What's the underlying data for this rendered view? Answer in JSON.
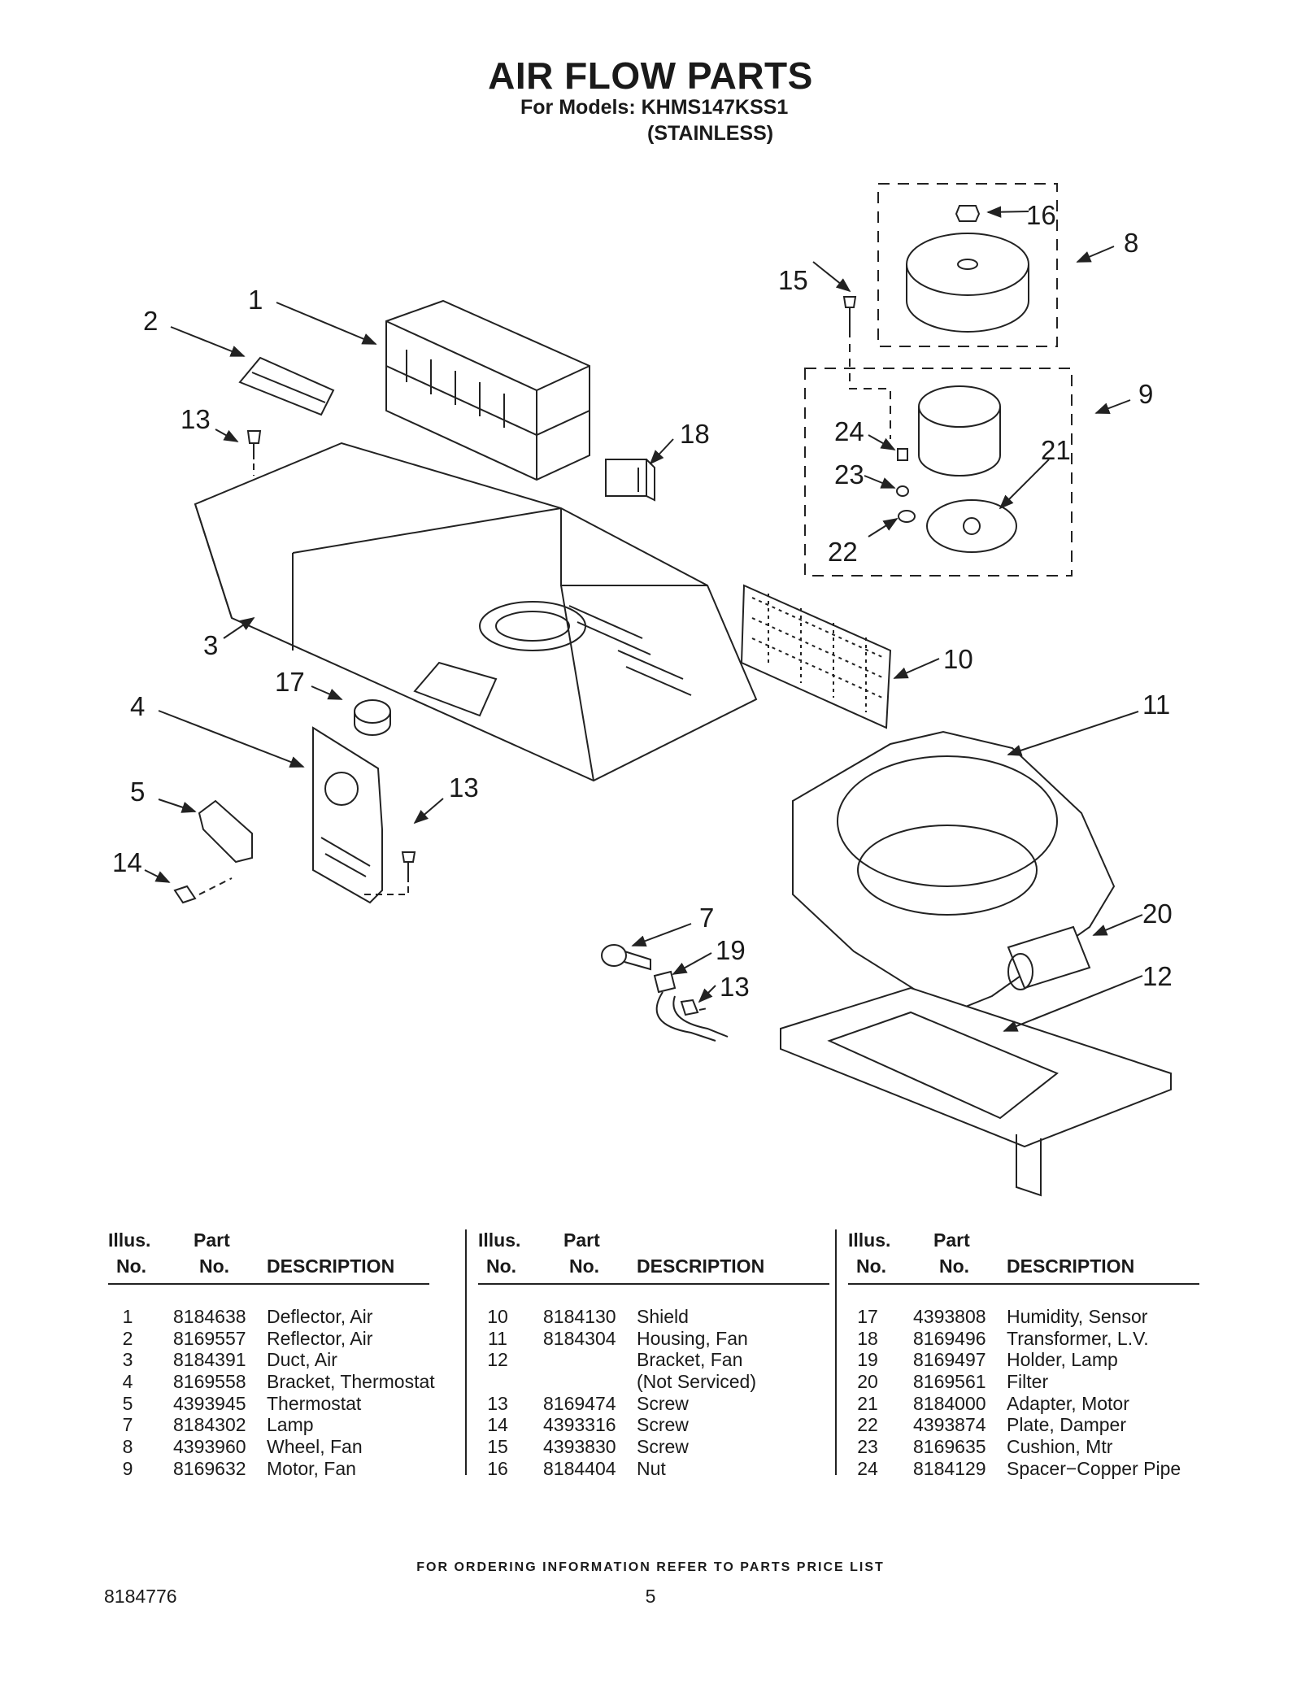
{
  "header": {
    "title": "AIR FLOW PARTS",
    "models_line": "For Models: KHMS147KSS1",
    "finish_line": "(STAINLESS)"
  },
  "callouts": [
    "1",
    "2",
    "3",
    "4",
    "5",
    "7",
    "8",
    "9",
    "10",
    "11",
    "12",
    "13",
    "13",
    "13",
    "14",
    "15",
    "16",
    "17",
    "18",
    "19",
    "20",
    "21",
    "22",
    "23",
    "24"
  ],
  "table": {
    "headers": {
      "illus_line1": "Illus.",
      "illus_line2": "No.",
      "part_line1": "Part",
      "part_line2": "No.",
      "description": "DESCRIPTION"
    },
    "columns": [
      [
        {
          "illus": "1",
          "part": "8184638",
          "desc": "Deflector, Air"
        },
        {
          "illus": "2",
          "part": "8169557",
          "desc": "Reflector, Air"
        },
        {
          "illus": "3",
          "part": "8184391",
          "desc": "Duct, Air"
        },
        {
          "illus": "4",
          "part": "8169558",
          "desc": "Bracket, Thermostat"
        },
        {
          "illus": "5",
          "part": "4393945",
          "desc": "Thermostat"
        },
        {
          "illus": "7",
          "part": "8184302",
          "desc": "Lamp"
        },
        {
          "illus": "8",
          "part": "4393960",
          "desc": "Wheel, Fan"
        },
        {
          "illus": "9",
          "part": "8169632",
          "desc": "Motor, Fan"
        }
      ],
      [
        {
          "illus": "10",
          "part": "8184130",
          "desc": "Shield"
        },
        {
          "illus": "11",
          "part": "8184304",
          "desc": "Housing, Fan"
        },
        {
          "illus": "12",
          "part": "",
          "desc": "Bracket, Fan"
        },
        {
          "illus": "",
          "part": "",
          "desc": "(Not Serviced)"
        },
        {
          "illus": "13",
          "part": "8169474",
          "desc": "Screw"
        },
        {
          "illus": "14",
          "part": "4393316",
          "desc": "Screw"
        },
        {
          "illus": "15",
          "part": "4393830",
          "desc": "Screw"
        },
        {
          "illus": "16",
          "part": "8184404",
          "desc": "Nut"
        }
      ],
      [
        {
          "illus": "17",
          "part": "4393808",
          "desc": "Humidity, Sensor"
        },
        {
          "illus": "18",
          "part": "8169496",
          "desc": "Transformer, L.V."
        },
        {
          "illus": "19",
          "part": "8169497",
          "desc": "Holder, Lamp"
        },
        {
          "illus": "20",
          "part": "8169561",
          "desc": "Filter"
        },
        {
          "illus": "21",
          "part": "8184000",
          "desc": "Adapter, Motor"
        },
        {
          "illus": "22",
          "part": "4393874",
          "desc": "Plate, Damper"
        },
        {
          "illus": "23",
          "part": "8169635",
          "desc": "Cushion, Mtr"
        },
        {
          "illus": "24",
          "part": "8184129",
          "desc": "Spacer−Copper Pipe"
        }
      ]
    ]
  },
  "footer": {
    "ordering_note": "FOR ORDERING INFORMATION REFER TO PARTS PRICE LIST",
    "document_number": "8184776",
    "page_number": "5"
  }
}
